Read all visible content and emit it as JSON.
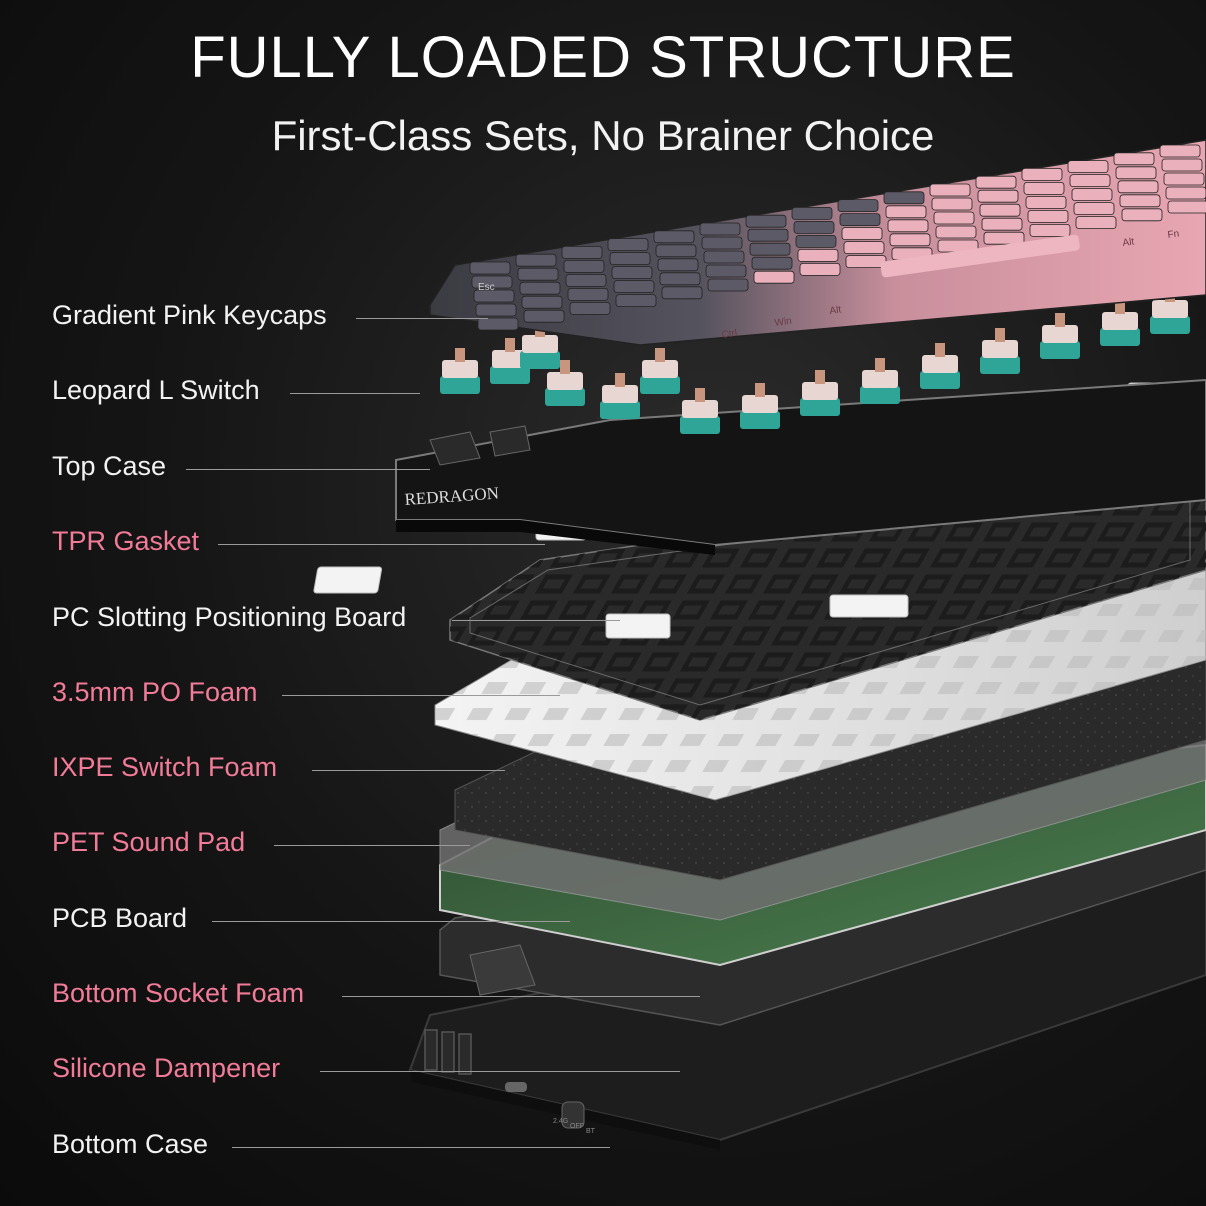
{
  "header": {
    "title": "FULLY LOADED STRUCTURE",
    "subtitle": "First-Class Sets, No Brainer Choice"
  },
  "brand_logo_text": "REDRAGON",
  "keycap_legends": [
    "Esc",
    "Ctrl",
    "Win",
    "Alt",
    "Alt",
    "Fn"
  ],
  "switch_positions_legend": [
    "2.4G",
    "OFF",
    "BT"
  ],
  "colors": {
    "label_white": "#f2f2f2",
    "label_pink": "#f27b98",
    "keycap_pink": "#e9a8b4",
    "keycap_grey": "#4a4a52",
    "switch_teal": "#2fa597",
    "pcb_green": "#3f6e42",
    "background": "#141414"
  },
  "layers": [
    {
      "name": "Gradient Pink Keycaps",
      "accent": false
    },
    {
      "name": "Leopard L Switch",
      "accent": false
    },
    {
      "name": "Top Case",
      "accent": false
    },
    {
      "name": "TPR Gasket",
      "accent": true
    },
    {
      "name": "PC Slotting Positioning Board",
      "accent": false
    },
    {
      "name": "3.5mm PO Foam",
      "accent": true
    },
    {
      "name": "IXPE Switch Foam",
      "accent": true
    },
    {
      "name": "PET Sound Pad",
      "accent": true
    },
    {
      "name": "PCB Board",
      "accent": false
    },
    {
      "name": "Bottom Socket Foam",
      "accent": true
    },
    {
      "name": "Silicone Dampener",
      "accent": true
    },
    {
      "name": "Bottom Case",
      "accent": false
    }
  ]
}
